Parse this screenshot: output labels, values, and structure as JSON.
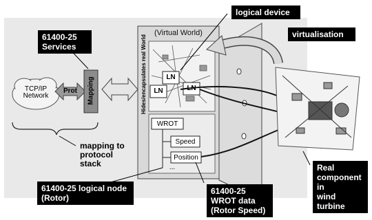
{
  "labels": {
    "services": "61400-25\nServices",
    "logical_device": "logical device",
    "virtualisation": "virtualisation",
    "virtual_world": "(Virtual World)",
    "hides_text": "Hides/encapsulates real World",
    "tcpip": "TCP/IP\nNetwork",
    "prot": "Prot",
    "mapping": "Mapping",
    "ln": "LN",
    "wrot": "WROT",
    "speed": "Speed",
    "position": "Position",
    "ellipsis": "...",
    "mapping_to_stack": "mapping to\nprotocol\nstack",
    "logical_node": "61400-25 logical node\n(Rotor)",
    "wrot_data": "61400-25\nWROT data\n(Rotor Speed)",
    "real_component": "Real\ncomponent in\nwind turbine"
  },
  "colors": {
    "black_label": "#000000",
    "grey_panel": "#d9d9d9",
    "mapping_box": "#8c8c8c",
    "cloud": "#f2f2f2"
  }
}
